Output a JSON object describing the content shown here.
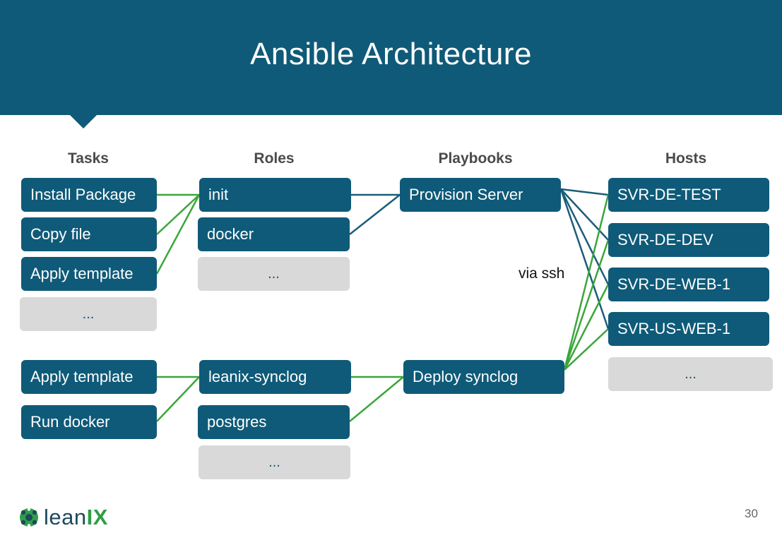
{
  "title": "Ansible Architecture",
  "columns": {
    "tasks": "Tasks",
    "roles": "Roles",
    "playbooks": "Playbooks",
    "hosts": "Hosts"
  },
  "tasks": [
    "Install Package",
    "Copy file",
    "Apply template",
    "...",
    "Apply template",
    "Run docker"
  ],
  "roles": [
    "init",
    "docker",
    "...",
    "leanix-synclog",
    "postgres",
    "..."
  ],
  "playbooks": [
    "Provision Server",
    "Deploy synclog"
  ],
  "hosts": [
    "SVR-DE-TEST",
    "SVR-DE-DEV",
    "SVR-DE-WEB-1",
    "SVR-US-WEB-1",
    "..."
  ],
  "connection_label": "via ssh",
  "page_number": "30",
  "logo": {
    "text_main": "lean",
    "text_accent": "IX"
  },
  "colors": {
    "box": "#0f5a78",
    "placeholder": "#d9d9d9",
    "link_blue": "#1b5d78",
    "link_green": "#3aa63a"
  }
}
